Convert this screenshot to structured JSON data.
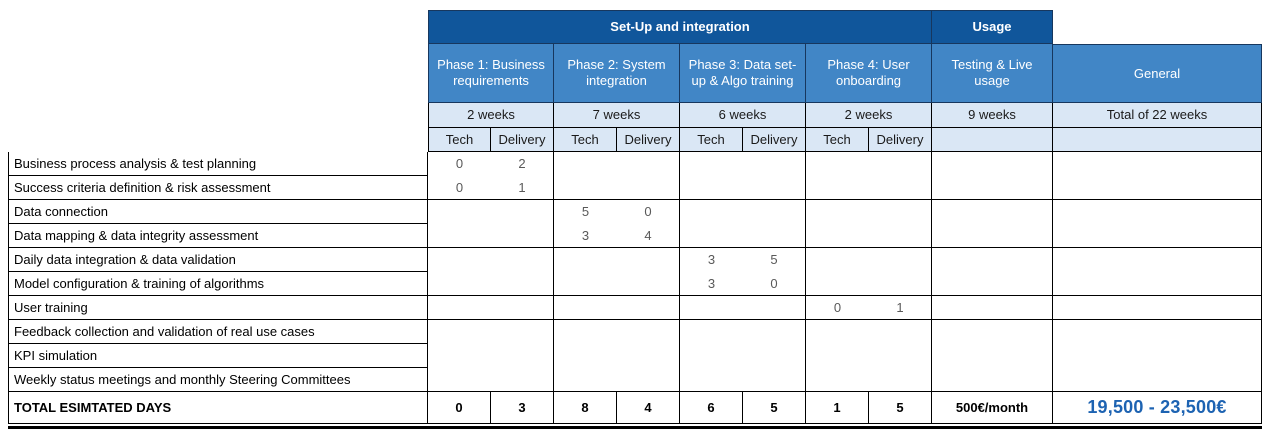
{
  "header": {
    "setup_group": "Set-Up and integration",
    "usage_group": "Usage",
    "tech_label": "Tech",
    "delivery_label": "Delivery",
    "phases": [
      {
        "name": "Phase 1: Business requirements",
        "duration": "2 weeks"
      },
      {
        "name": "Phase 2: System integration",
        "duration": "7 weeks"
      },
      {
        "name": "Phase 3: Data set-up & Algo training",
        "duration": "6 weeks"
      },
      {
        "name": "Phase 4: User onboarding",
        "duration": "2 weeks"
      },
      {
        "name": "Testing & Live usage",
        "duration": "9 weeks"
      },
      {
        "name": "General",
        "duration": "Total of 22 weeks"
      }
    ]
  },
  "rows": [
    {
      "label": "Business process analysis & test planning",
      "cells": [
        "0",
        "2",
        "",
        "",
        "",
        "",
        "",
        ""
      ]
    },
    {
      "label": "Success criteria definition & risk assessment",
      "cells": [
        "0",
        "1",
        "",
        "",
        "",
        "",
        "",
        ""
      ]
    },
    {
      "label": "Data connection",
      "cells": [
        "",
        "",
        "5",
        "0",
        "",
        "",
        "",
        ""
      ]
    },
    {
      "label": "Data mapping & data integrity assessment",
      "cells": [
        "",
        "",
        "3",
        "4",
        "",
        "",
        "",
        ""
      ]
    },
    {
      "label": "Daily data integration & data validation",
      "cells": [
        "",
        "",
        "",
        "",
        "3",
        "5",
        "",
        ""
      ]
    },
    {
      "label": "Model configuration & training of algorithms",
      "cells": [
        "",
        "",
        "",
        "",
        "3",
        "0",
        "",
        ""
      ]
    },
    {
      "label": "User training",
      "cells": [
        "",
        "",
        "",
        "",
        "",
        "",
        "0",
        "1"
      ]
    },
    {
      "label": "Feedback collection and validation of real use cases",
      "cells": [
        "",
        "",
        "",
        "",
        "",
        "",
        "",
        ""
      ]
    },
    {
      "label": "KPI simulation",
      "cells": [
        "",
        "",
        "",
        "",
        "",
        "",
        "",
        ""
      ]
    },
    {
      "label": "Weekly status meetings and monthly Steering Committees",
      "cells": [
        "",
        "",
        "",
        "",
        "",
        "",
        "",
        ""
      ]
    }
  ],
  "total": {
    "label": "TOTAL ESIMTATED DAYS",
    "cells": [
      "0",
      "3",
      "8",
      "4",
      "6",
      "5",
      "1",
      "5"
    ],
    "usage": "500€/month",
    "general": "19,500 - 23,500€"
  },
  "colors": {
    "dark_blue": "#10569B",
    "medium_blue": "#4186C6",
    "light_blue": "#DAE7F5",
    "header_border": "#17375E",
    "price_blue": "#1D63B2",
    "value_gray": "#595959"
  }
}
